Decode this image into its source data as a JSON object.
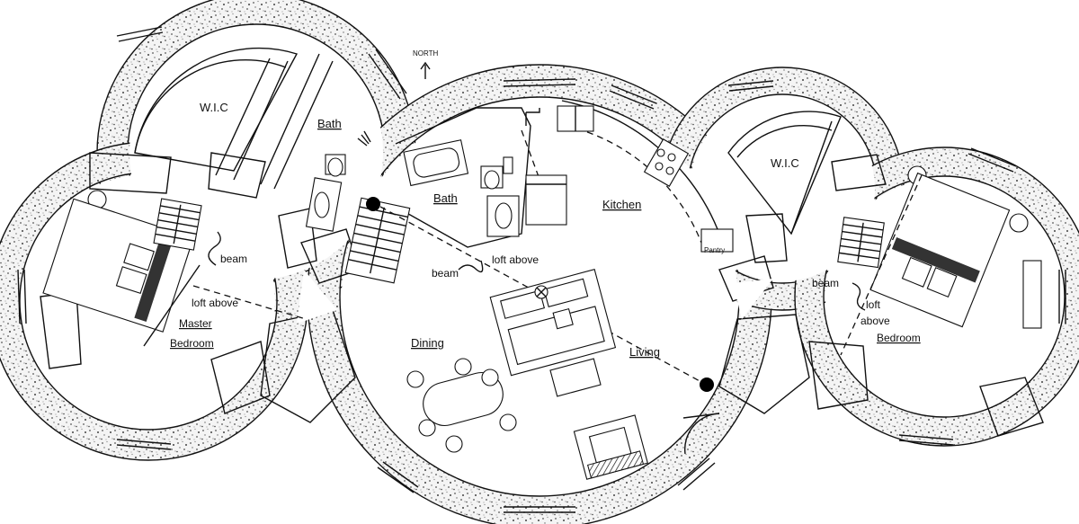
{
  "compass": {
    "label": "NORTH"
  },
  "rooms": {
    "wic_left": "W.I.C",
    "bath_left": "Bath",
    "bath_center": "Bath",
    "kitchen": "Kitchen",
    "pantry": "Pantry",
    "wic_right": "W.I.C",
    "master": "Master",
    "bedroom_left": "Bedroom",
    "dining": "Dining",
    "living": "Living",
    "bedroom_right": "Bedroom"
  },
  "notes": {
    "beam_left": "beam",
    "loft_left": "loft above",
    "beam_center": "beam",
    "loft_center": "loft above",
    "beam_right": "beam",
    "loft_right_1": "loft",
    "loft_right_2": "above"
  },
  "colors": {
    "line": "#111111",
    "wall_fill": "url(#speckle)",
    "background": "#ffffff"
  }
}
